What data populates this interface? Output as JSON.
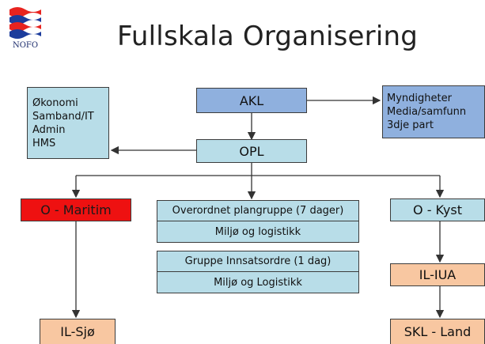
{
  "header": {
    "logo_text": "NOFO",
    "title": "Fullskala Organisering"
  },
  "colors": {
    "blue_top": "#8fb0de",
    "light_blue": "#b8dde8",
    "red": "#ee1111",
    "orange": "#f8c7a1",
    "line": "#333333"
  },
  "nodes": {
    "akl": "AKL",
    "opl": "OPL",
    "support_box": [
      "Økonomi",
      "Samband/IT",
      "Admin",
      "HMS"
    ],
    "external_box": [
      "Myndigheter",
      "Media/samfunn",
      "3dje part"
    ],
    "o_maritim": "O - Maritim",
    "o_kyst": "O - Kyst",
    "plan_group": "Overordnet plangruppe (7 dager)",
    "plan_env": "Miljø og logistikk",
    "action_group": "Gruppe Innsatsordre (1 dag)",
    "action_env": "Miljø og Logistikk",
    "il_iua": "IL-IUA",
    "il_sjo": "IL-Sjø",
    "skl_land": "SKL - Land"
  }
}
